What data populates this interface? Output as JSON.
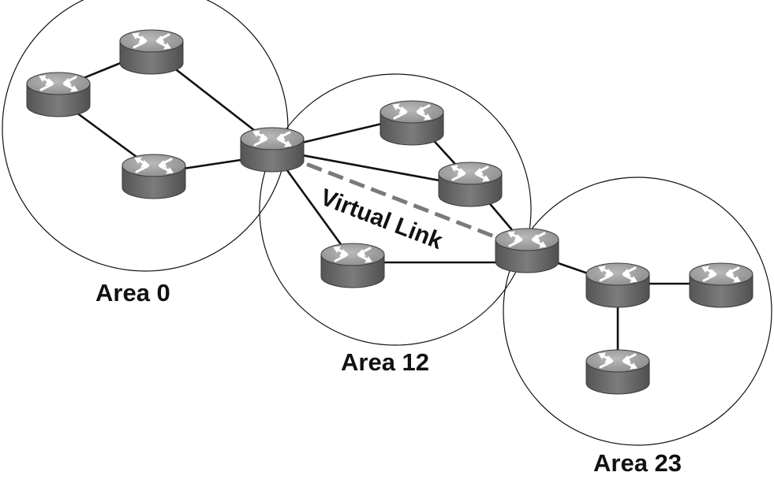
{
  "areas": [
    {
      "label": "Area 0"
    },
    {
      "label": "Area 12"
    },
    {
      "label": "Area 23"
    }
  ],
  "virtual_link": {
    "label": "Virtual Link"
  },
  "icons": {
    "router": "router-icon"
  },
  "colors": {
    "router_top": "#9a9a9a",
    "router_body": "#6f6f6f",
    "line": "#111111",
    "virtual_link": "#7a7a7a"
  }
}
